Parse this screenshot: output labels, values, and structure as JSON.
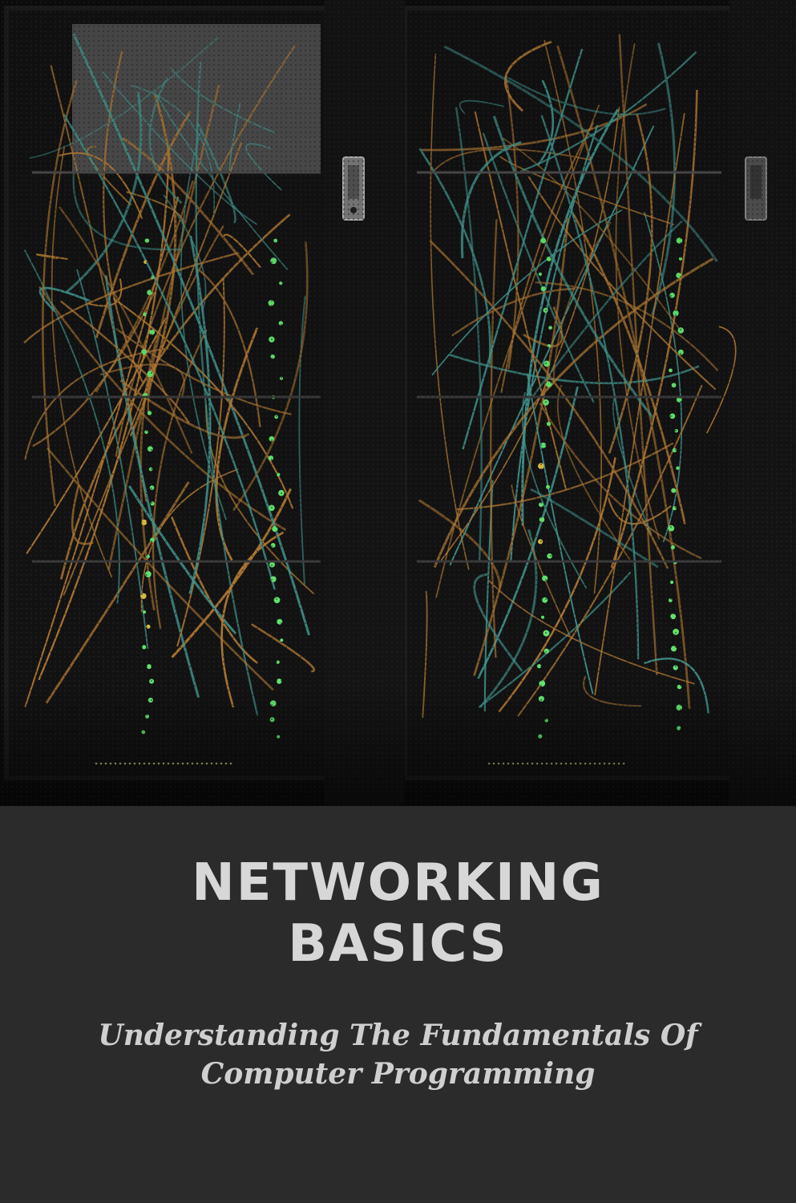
{
  "cover": {
    "title_line1": "NETWORKING",
    "title_line2": "BASICS",
    "subtitle_line1": "Understanding The Fundamentals Of",
    "subtitle_line2": "Computer Programming"
  },
  "photo": {
    "subject": "server-racks-icon"
  },
  "colors": {
    "background": "#2b2b2b",
    "title_text": "#d7d7d7",
    "cable_orange": "#c8893a",
    "cable_teal": "#4aa8a0",
    "led_green": "#6cff7a"
  }
}
